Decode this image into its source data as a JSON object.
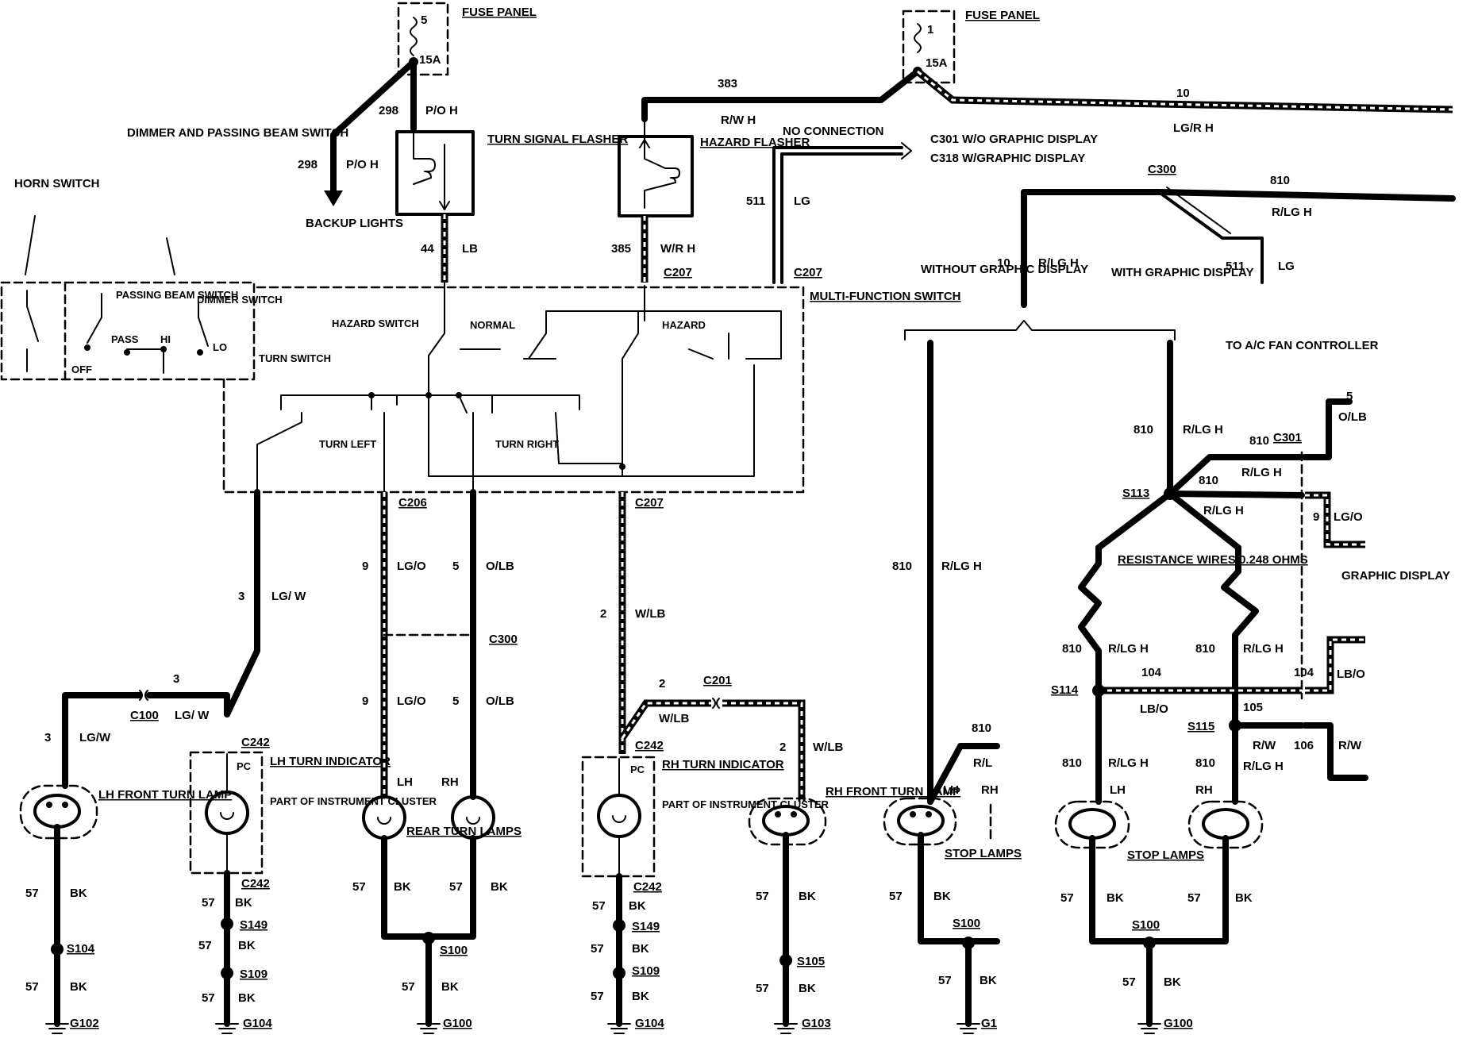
{
  "labels": {
    "fuse_panel": "FUSE PANEL",
    "fuse_panel_right": "FUSE PANEL",
    "fuse5": "5",
    "fuse1": "1",
    "amp15a": "15A",
    "amp15b": "15A",
    "w298a": "298",
    "poh_a": "P/O H",
    "w298b": "298",
    "poh_b": "P/O H",
    "backup_lights": "BACKUP LIGHTS",
    "turn_signal_flasher": "TURN SIGNAL FLASHER",
    "w383": "383",
    "rwh": "R/W H",
    "hazard_flasher": "HAZARD FLASHER",
    "no_connection": "NO CONNECTION",
    "c301_desc": "C301 W/O GRAPHIC DISPLAY",
    "c318_desc": "C318 W/GRAPHIC DISPLAY",
    "w10": "10",
    "lgrh": "LG/R H",
    "c300_top": "C300",
    "w810_top": "810",
    "rlgh_top": "R/LG H",
    "w511a": "511",
    "lg_a": "LG",
    "w511b": "511",
    "lg_b": "LG",
    "w44": "44",
    "lb": "LB",
    "w385": "385",
    "wrh": "W/R H",
    "c207a": "C207",
    "c207b": "C207",
    "c207c": "C207",
    "multi_function_switch": "MULTI-FUNCTION SWITCH",
    "hazard_switch": "HAZARD SWITCH",
    "normal": "NORMAL",
    "hazard": "HAZARD",
    "turn_switch": "TURN SWITCH",
    "turn_left": "TURN LEFT",
    "turn_right": "TURN RIGHT",
    "horn_switch": "HORN SWITCH",
    "dimmer_passing": "DIMMER AND PASSING BEAM SWITCH",
    "passing_beam_switch": "PASSING BEAM SWITCH",
    "dimmer_switch": "DIMMER SWITCH",
    "pass": "PASS",
    "hi": "HI",
    "lo": "LO",
    "off": "OFF",
    "without_graphic": "WITHOUT GRAPHIC DISPLAY",
    "with_graphic": "WITH GRAPHIC DISPLAY",
    "w10b": "10",
    "rlgh_wg": "R/LG H",
    "to_ac": "TO A/C FAN CONTROLLER",
    "c206": "C206",
    "w3": "3",
    "lgw": "LG/ W",
    "w9a": "9",
    "lgo_a": "LG/O",
    "w5a": "5",
    "olb_a": "O/LB",
    "w2": "2",
    "wlb": "W/LB",
    "c300_mid": "C300",
    "w9b": "9",
    "lgo_b": "LG/O",
    "w5b": "5",
    "olb_b": "O/LB",
    "w810_wo": "810",
    "rlgh_wo": "R/LG H",
    "w810_s113": "810",
    "rlgh_s113": "R/LG H",
    "w810_c301": "810",
    "c301_r": "C301",
    "w5_r": "5",
    "olb_r": "O/LB",
    "w810_r2": "810",
    "rlgh_r2": "R/LG H",
    "s113": "S113",
    "rlgh_r3": "R/LG H",
    "w9_r": "9",
    "lgo_r": "LG/O",
    "resistance": "RESISTANCE WIRES 0.248 OHMS",
    "graphic_display": "GRAPHIC DISPLAY",
    "w810_l1": "810",
    "rlgh_l1": "R/LG H",
    "w810_r4": "810",
    "rlgh_r4": "R/LG H",
    "w104a": "104",
    "w104b": "104",
    "lbo_a": "LB/O",
    "lbo_b": "LB/O",
    "s114": "S114",
    "w105": "105",
    "s115": "S115",
    "rw_a": "R/W",
    "w106": "106",
    "rw_b": "R/W",
    "w810_l5": "810",
    "rlgh_l5": "R/LG H",
    "w810_r5": "810",
    "rlgh_r5": "R/LG H",
    "w810_cut": "810",
    "rl_cut": "R/L",
    "w3b": "3",
    "c100": "C100",
    "lgw_b": "LG/ W",
    "w3c": "3",
    "lgw_c": "LG/W",
    "c242a": "C242",
    "lh_turn_indicator": "LH TURN INDICATOR",
    "part_of_ic_a": "PART OF INSTRUMENT CLUSTER",
    "lh_front_turn_lamp": "LH FRONT TURN LAMP",
    "pc_a": "PC",
    "lh_a": "LH",
    "rh_a": "RH",
    "rear_turn_lamps": "REAR TURN LAMPS",
    "w2b": "2",
    "c201": "C201",
    "wlb_b": "W/LB",
    "c242b": "C242",
    "rh_turn_indicator": "RH TURN INDICATOR",
    "part_of_ic_b": "PART OF INSTRUMENT CLUSTER",
    "pc_b": "PC",
    "w2c": "2",
    "wlb_c": "W/LB",
    "rh_front_turn_lamp": "RH FRONT TURN LAMP",
    "lh_b": "LH",
    "rh_b": "RH",
    "stop_lamps_a": "STOP LAMPS",
    "lh_c": "LH",
    "rh_c": "RH",
    "stop_lamps_b": "STOP LAMPS",
    "w57_1": "57",
    "bk_1": "BK",
    "s104": "S104",
    "w57_2": "57",
    "bk_2": "BK",
    "g102": "G102",
    "c242c": "C242",
    "w57_3": "57",
    "bk_3": "BK",
    "s149a": "S149",
    "w57_4": "57",
    "bk_4": "BK",
    "s109a": "S109",
    "w57_5": "57",
    "bk_5": "BK",
    "g104a": "G104",
    "w57_6": "57",
    "bk_6": "BK",
    "w57_7": "57",
    "bk_7": "BK",
    "s100a": "S100",
    "w57_8": "57",
    "bk_8": "BK",
    "g100a": "G100",
    "c242d": "C242",
    "w57_9": "57",
    "bk_9": "BK",
    "s149b": "S149",
    "w57_10": "57",
    "bk_10": "BK",
    "s109b": "S109",
    "w57_11": "57",
    "bk_11": "BK",
    "g104b": "G104",
    "w57_12": "57",
    "bk_12": "BK",
    "s105": "S105",
    "w57_13": "57",
    "bk_13": "BK",
    "g103": "G103",
    "w57_14": "57",
    "bk_14": "BK",
    "s100b": "S100",
    "w57_15": "57",
    "bk_15": "BK",
    "g1_cut": "G1",
    "w57_16": "57",
    "bk_16": "BK",
    "w57_17": "57",
    "bk_17": "BK",
    "s100c": "S100",
    "w57_18": "57",
    "bk_18": "BK",
    "g100b": "G100"
  }
}
